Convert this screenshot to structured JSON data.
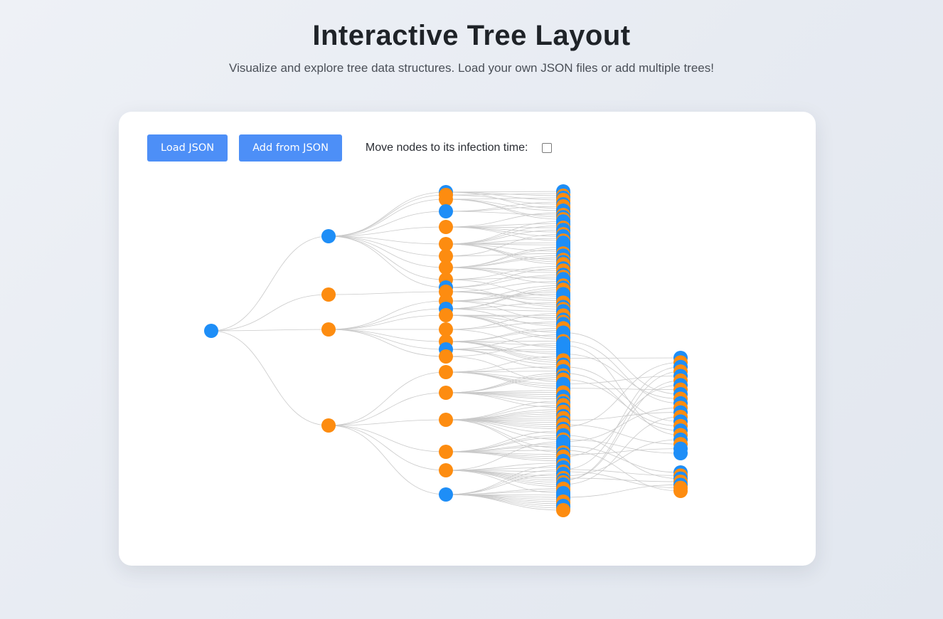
{
  "header": {
    "title": "Interactive Tree Layout",
    "subtitle": "Visualize and explore tree data structures. Load your own JSON files or add multiple trees!"
  },
  "toolbar": {
    "load_label": "Load JSON",
    "add_label": "Add from JSON",
    "infection_toggle_label": "Move nodes to its infection time:",
    "infection_toggle_checked": false
  },
  "colors": {
    "node_blue": "#1e8ef7",
    "node_orange": "#fd8c10",
    "link": "#c9c9c9"
  },
  "tree": {
    "depth_counts": [
      1,
      4,
      25,
      150,
      30
    ]
  }
}
